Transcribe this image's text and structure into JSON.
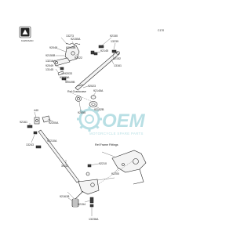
{
  "page_number": "C170",
  "brand_badge": "KAWASAKI",
  "watermark": {
    "main": "OEM",
    "sub": "MOTORCYCLE SPARE PARTS"
  },
  "labels": {
    "p92150a": "92150A",
    "p13273": "13273",
    "p92150": "92150",
    "p13239": "13239",
    "p92048": "92048",
    "p92145b": "92145B",
    "p92150b": "92150B",
    "p92022": "92022",
    "p92145": "92145",
    "p13216": "13216",
    "p92049": "92049",
    "p92152": "92152",
    "p92033": "92033",
    "p13161": "13161",
    "p92145a": "92145A",
    "p92023": "92023",
    "p92033a": "92033A",
    "p13145": "13145",
    "p92049b": "92049B",
    "ref_crankcase": "Ref.Crankcase",
    "p92055": "92055",
    "p92152b": "92152B",
    "p440": "440",
    "p92161": "92161",
    "p92200a": "92200A",
    "p13243": "13243",
    "p92210a": "92210A",
    "p39111": "39111",
    "p92210": "92210",
    "ref_frame_fittings": "Ref.Frame Fittings",
    "p92200": "92200",
    "p92161b": "92161B",
    "p92154": "92154",
    "p13236a": "13236A"
  }
}
